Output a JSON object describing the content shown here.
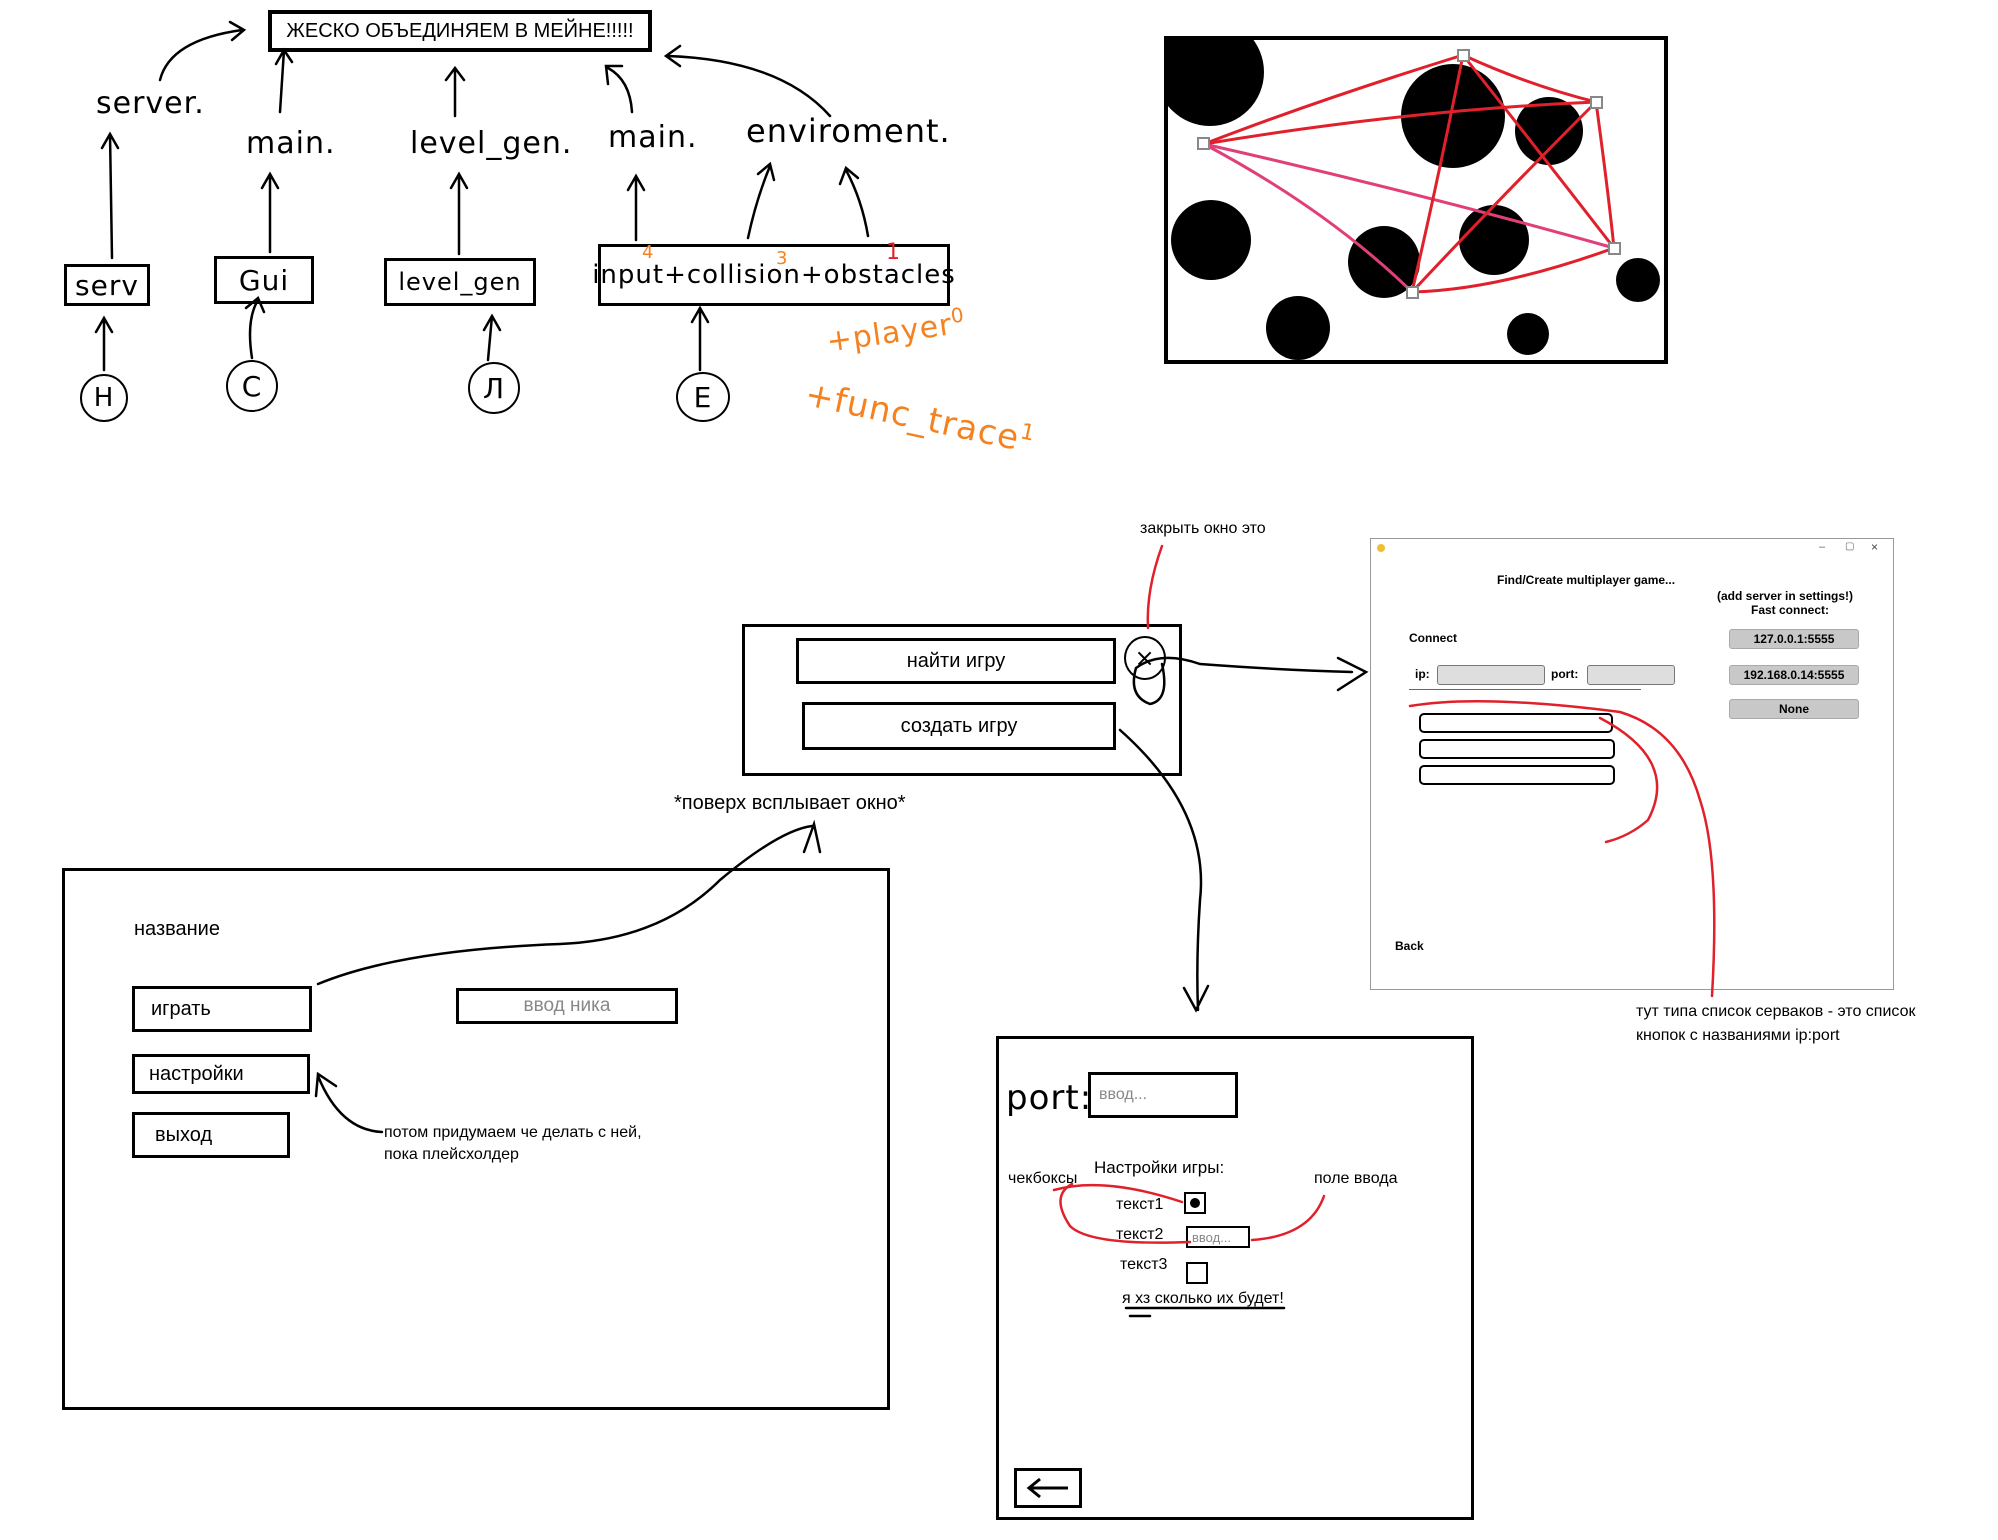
{
  "architecture": {
    "title": "ЖЕСКО ОБЪЕДИНЯЕМ В МЕЙНЕ!!!!!",
    "targets": [
      "server.",
      "main.",
      "level_gen.",
      "main.",
      "enviroment."
    ],
    "modules": [
      "serv",
      "Gui",
      "level_gen",
      "input+collision+obstacles"
    ],
    "owners": [
      "Н",
      "С",
      "Л",
      "Е"
    ],
    "priorities": [
      "4",
      "3",
      "1"
    ],
    "extras": [
      "+player",
      "+func_trace"
    ],
    "extra_numbers": [
      "0",
      "1"
    ]
  },
  "colors": {
    "accent_red": "#e0202a",
    "annotation_orange": "#f58220",
    "graph_pink": "#e0407a",
    "ui_gray": "#c8c8c8"
  },
  "main_menu": {
    "title_label": "название",
    "play": "играть",
    "settings": "настройки",
    "exit": "выход",
    "nick_placeholder": "ввод ника",
    "note": "потом придумаем че делать с ней, пока плейсхолдер",
    "popup_note": "*поверх всплывает окно*"
  },
  "popup": {
    "find": "найти игру",
    "create": "создать игру",
    "close_icon": "x-icon",
    "close_note": "закрыть окно это"
  },
  "find_window": {
    "title": "Find/Create multiplayer game...",
    "hint": "(add server in settings!)",
    "fast_connect": "Fast connect:",
    "connect": "Connect",
    "ip_label": "ip:",
    "port_label": "port:",
    "servers": [
      "127.0.0.1:5555",
      "192.168.0.14:5555",
      "None"
    ],
    "back": "Back",
    "note": "тут типа список серваков - это список кнопок с названиями ip:port"
  },
  "create_window": {
    "port_label": "port:",
    "port_placeholder": "ввод...",
    "settings_title": "Настройки игры:",
    "checkbox_note": "чекбоксы",
    "input_note": "поле ввода",
    "options": [
      "текст1",
      "текст2",
      "текст3"
    ],
    "option2_placeholder": "ввод...",
    "footnote": "я хз сколько их будет!",
    "back_icon": "arrow-left-icon"
  }
}
